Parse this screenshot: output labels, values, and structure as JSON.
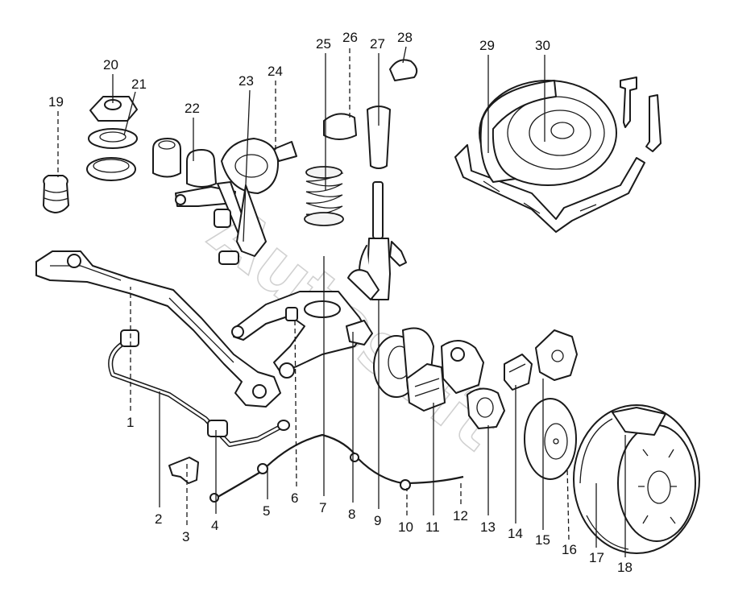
{
  "diagram": {
    "callouts": [
      "1",
      "2",
      "3",
      "4",
      "5",
      "6",
      "7",
      "8",
      "9",
      "10",
      "11",
      "12",
      "13",
      "14",
      "15",
      "16",
      "17",
      "18",
      "19",
      "20",
      "21",
      "22",
      "23",
      "24",
      "25",
      "26",
      "27",
      "28",
      "29",
      "30"
    ],
    "watermark": "Autosoft"
  },
  "colors": {
    "ink": "#1a1a1a",
    "background": "#ffffff",
    "watermark": "#9a9a9a"
  }
}
